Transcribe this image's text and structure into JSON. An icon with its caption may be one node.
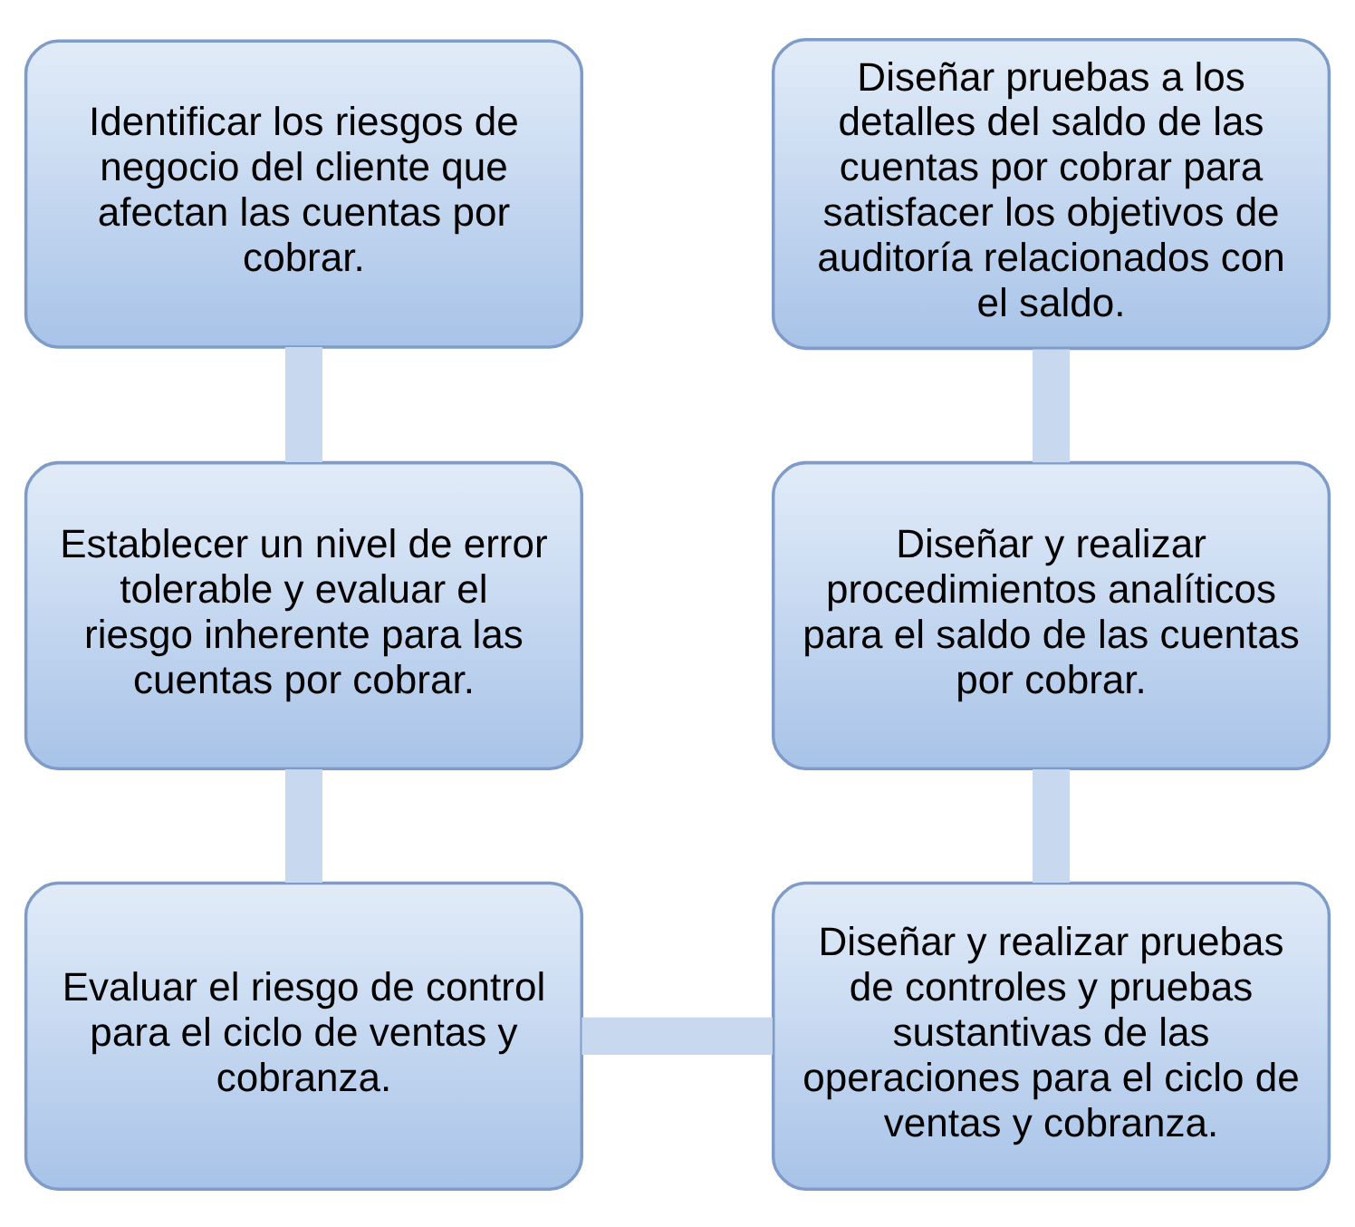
{
  "diagram": {
    "nodes": [
      {
        "text": [
          "Identificar los riesgos de negocio del cliente que afectan las cuentas por cobrar."
        ]
      },
      {
        "text": [
          "Establecer un nivel de error tolerable y evaluar el riesgo inherente para las cuentas por cobrar."
        ]
      },
      {
        "text": [
          "Evaluar el riesgo de control para el ciclo de ventas y cobranza."
        ]
      },
      {
        "text": [
          "Diseñar pruebas a los detalles del saldo de las cuentas por cobrar para satisfacer los objetivos de auditoría relacionados con el saldo."
        ]
      },
      {
        "text": [
          "Diseñar y realizar procedimientos analíticos para el saldo de las cuentas por cobrar."
        ]
      },
      {
        "text": [
          "Diseñar y realizar pruebas de controles y pruebas sustantivas de las operaciones para el ciclo de ventas y cobranza."
        ]
      }
    ],
    "edges": [
      {
        "from": 0,
        "to": 1,
        "arrow": "none"
      },
      {
        "from": 1,
        "to": 2,
        "arrow": "none"
      },
      {
        "from": 2,
        "to": 5,
        "arrow": "none"
      },
      {
        "from": 5,
        "to": 4,
        "arrow": "none"
      },
      {
        "from": 4,
        "to": 3,
        "arrow": "none"
      }
    ]
  }
}
